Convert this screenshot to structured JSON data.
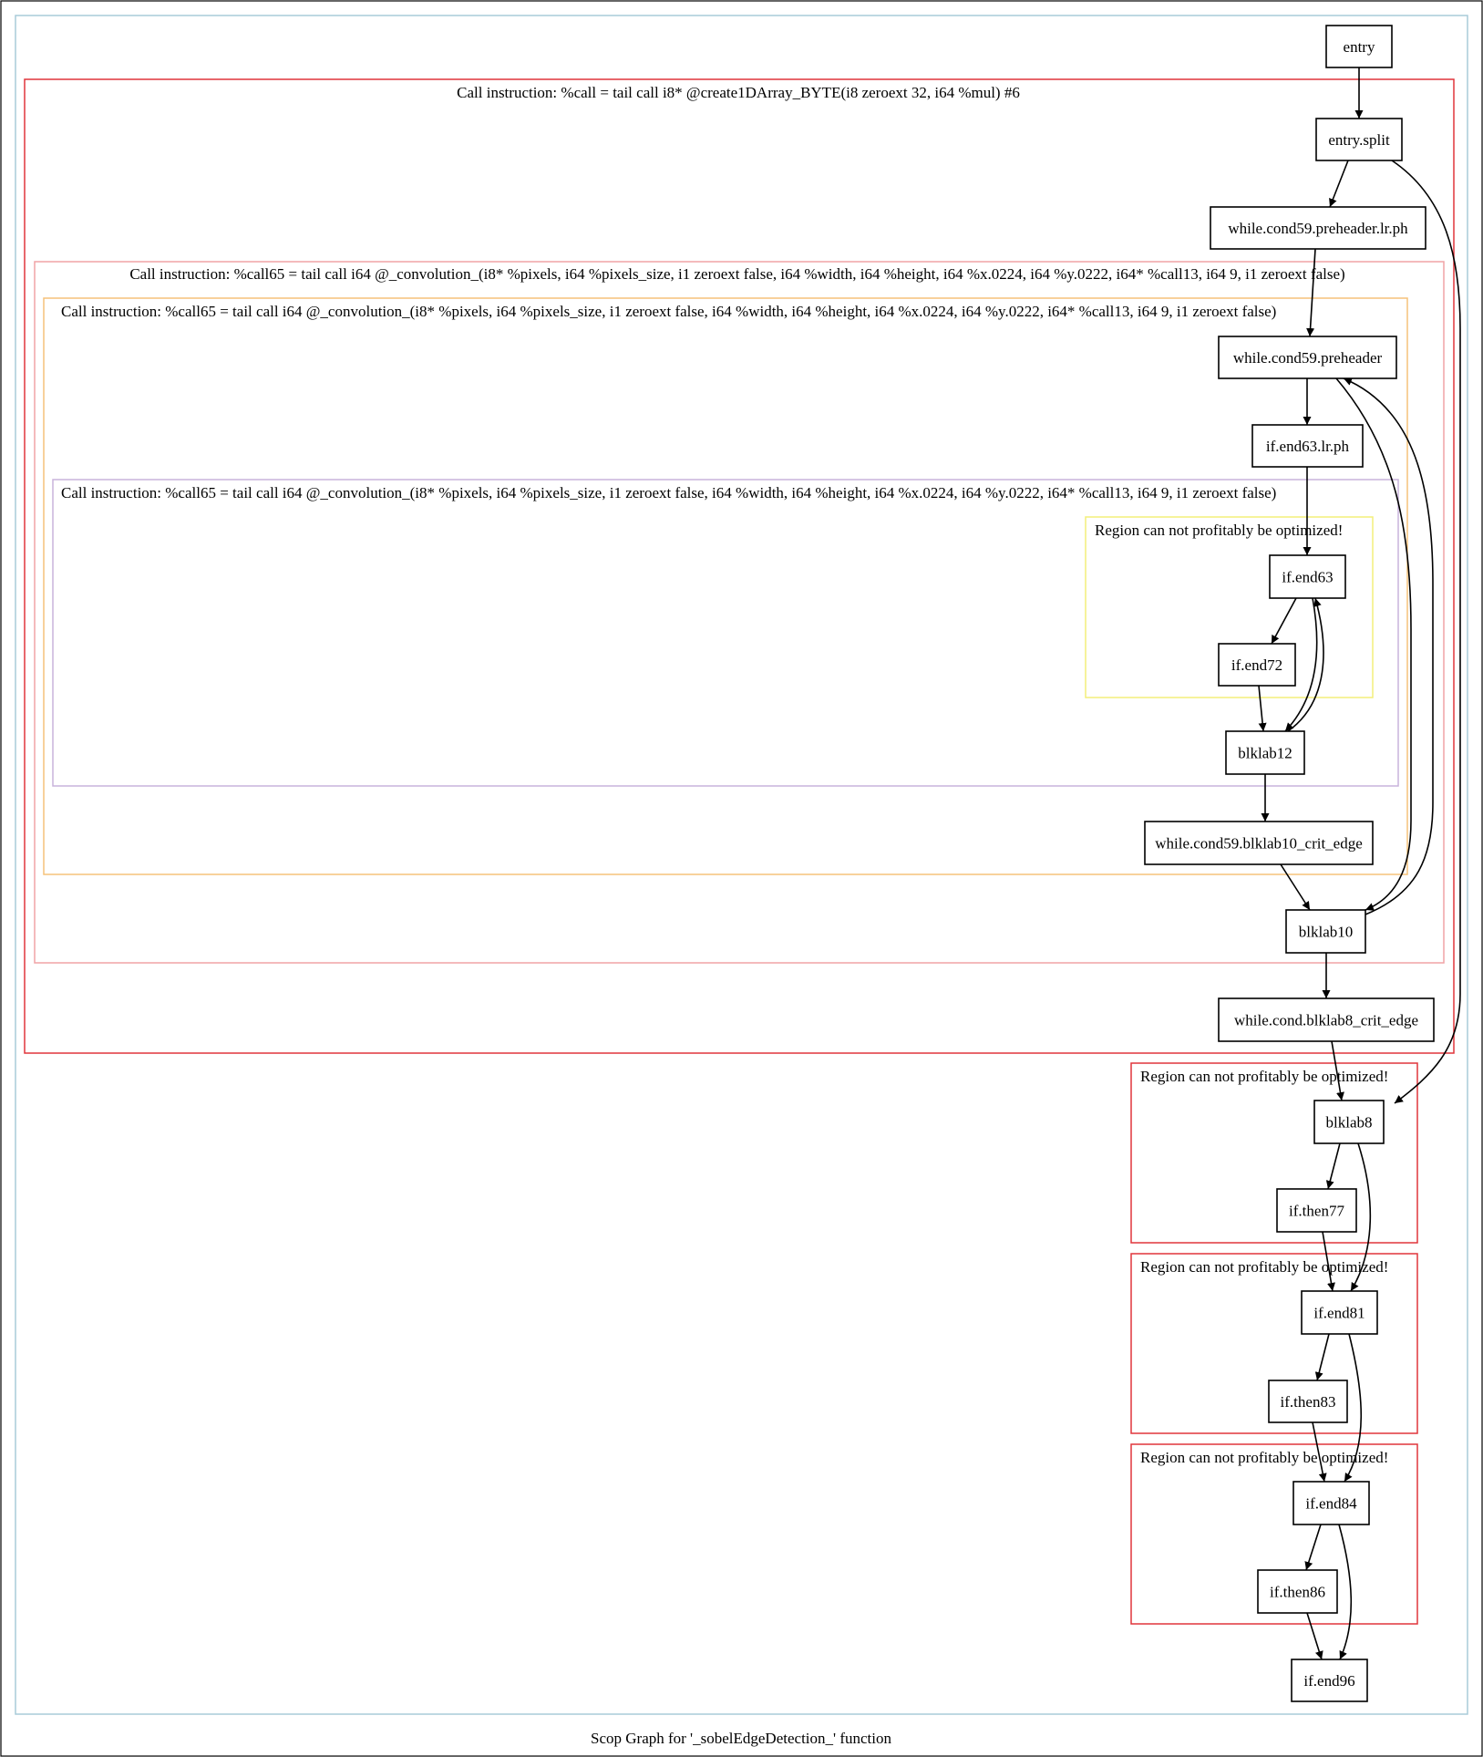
{
  "caption": "Scop Graph for '_sobelEdgeDetection_' function",
  "colors": {
    "outer": "#a9cbd9",
    "red": "#e0353b",
    "pink": "#f0a3a6",
    "orange": "#f5c27a",
    "purple": "#c9b3dc",
    "yellow": "#f3ef7a"
  },
  "clusters": [
    {
      "id": "outer",
      "label": "",
      "color": "outer"
    },
    {
      "id": "call-create",
      "label": "Call instruction:   %call = tail call i8* @create1DArray_BYTE(i8 zeroext 32, i64 %mul) #6",
      "color": "red"
    },
    {
      "id": "call65-a",
      "label": "Call instruction:   %call65 = tail call i64 @_convolution_(i8* %pixels, i64 %pixels_size, i1 zeroext false, i64 %width, i64 %height, i64 %x.0224, i64 %y.0222, i64* %call13, i64 9, i1 zeroext false)",
      "color": "pink"
    },
    {
      "id": "call65-b",
      "label": "Call instruction:   %call65 = tail call i64 @_convolution_(i8* %pixels, i64 %pixels_size, i1 zeroext false, i64 %width, i64 %height, i64 %x.0224, i64 %y.0222, i64* %call13, i64 9, i1 zeroext false)",
      "color": "orange"
    },
    {
      "id": "call65-c",
      "label": "Call instruction:   %call65 = tail call i64 @_convolution_(i8* %pixels, i64 %pixels_size, i1 zeroext false, i64 %width, i64 %height, i64 %x.0224, i64 %y.0222, i64* %call13, i64 9, i1 zeroext false)",
      "color": "purple"
    },
    {
      "id": "region-if-end63",
      "label": "Region can not profitably be optimized!",
      "color": "yellow"
    },
    {
      "id": "region-blklab8",
      "label": "Region can not profitably be optimized!",
      "color": "red"
    },
    {
      "id": "region-if-end81",
      "label": "Region can not profitably be optimized!",
      "color": "red"
    },
    {
      "id": "region-if-end84",
      "label": "Region can not profitably be optimized!",
      "color": "red"
    }
  ],
  "nodes": [
    {
      "id": "entry",
      "label": "entry"
    },
    {
      "id": "entry-split",
      "label": "entry.split"
    },
    {
      "id": "while-cond59-preheader-lr-ph",
      "label": "while.cond59.preheader.lr.ph"
    },
    {
      "id": "while-cond59-preheader",
      "label": "while.cond59.preheader"
    },
    {
      "id": "if-end63-lr-ph",
      "label": "if.end63.lr.ph"
    },
    {
      "id": "if-end63",
      "label": "if.end63"
    },
    {
      "id": "if-end72",
      "label": "if.end72"
    },
    {
      "id": "blklab12",
      "label": "blklab12"
    },
    {
      "id": "while-cond59-blklab10-crit-edge",
      "label": "while.cond59.blklab10_crit_edge"
    },
    {
      "id": "blklab10",
      "label": "blklab10"
    },
    {
      "id": "while-cond-blklab8-crit-edge",
      "label": "while.cond.blklab8_crit_edge"
    },
    {
      "id": "blklab8",
      "label": "blklab8"
    },
    {
      "id": "if-then77",
      "label": "if.then77"
    },
    {
      "id": "if-end81",
      "label": "if.end81"
    },
    {
      "id": "if-then83",
      "label": "if.then83"
    },
    {
      "id": "if-end84",
      "label": "if.end84"
    },
    {
      "id": "if-then86",
      "label": "if.then86"
    },
    {
      "id": "if-end96",
      "label": "if.end96"
    }
  ],
  "edges": [
    {
      "from": "entry",
      "to": "entry-split"
    },
    {
      "from": "entry-split",
      "to": "while-cond59-preheader-lr-ph"
    },
    {
      "from": "entry-split",
      "to": "blklab8"
    },
    {
      "from": "while-cond59-preheader-lr-ph",
      "to": "while-cond59-preheader"
    },
    {
      "from": "while-cond59-preheader",
      "to": "if-end63-lr-ph"
    },
    {
      "from": "while-cond59-preheader",
      "to": "blklab10"
    },
    {
      "from": "if-end63-lr-ph",
      "to": "if-end63"
    },
    {
      "from": "if-end63",
      "to": "if-end72"
    },
    {
      "from": "if-end63",
      "to": "blklab12"
    },
    {
      "from": "if-end72",
      "to": "blklab12"
    },
    {
      "from": "blklab12",
      "to": "if-end63"
    },
    {
      "from": "blklab12",
      "to": "while-cond59-blklab10-crit-edge"
    },
    {
      "from": "while-cond59-blklab10-crit-edge",
      "to": "blklab10"
    },
    {
      "from": "blklab10",
      "to": "while-cond59-preheader"
    },
    {
      "from": "blklab10",
      "to": "while-cond-blklab8-crit-edge"
    },
    {
      "from": "while-cond-blklab8-crit-edge",
      "to": "blklab8"
    },
    {
      "from": "blklab8",
      "to": "if-then77"
    },
    {
      "from": "blklab8",
      "to": "if-end81"
    },
    {
      "from": "if-then77",
      "to": "if-end81"
    },
    {
      "from": "if-end81",
      "to": "if-then83"
    },
    {
      "from": "if-end81",
      "to": "if-end84"
    },
    {
      "from": "if-then83",
      "to": "if-end84"
    },
    {
      "from": "if-end84",
      "to": "if-then86"
    },
    {
      "from": "if-end84",
      "to": "if-end96"
    },
    {
      "from": "if-then86",
      "to": "if-end96"
    }
  ]
}
